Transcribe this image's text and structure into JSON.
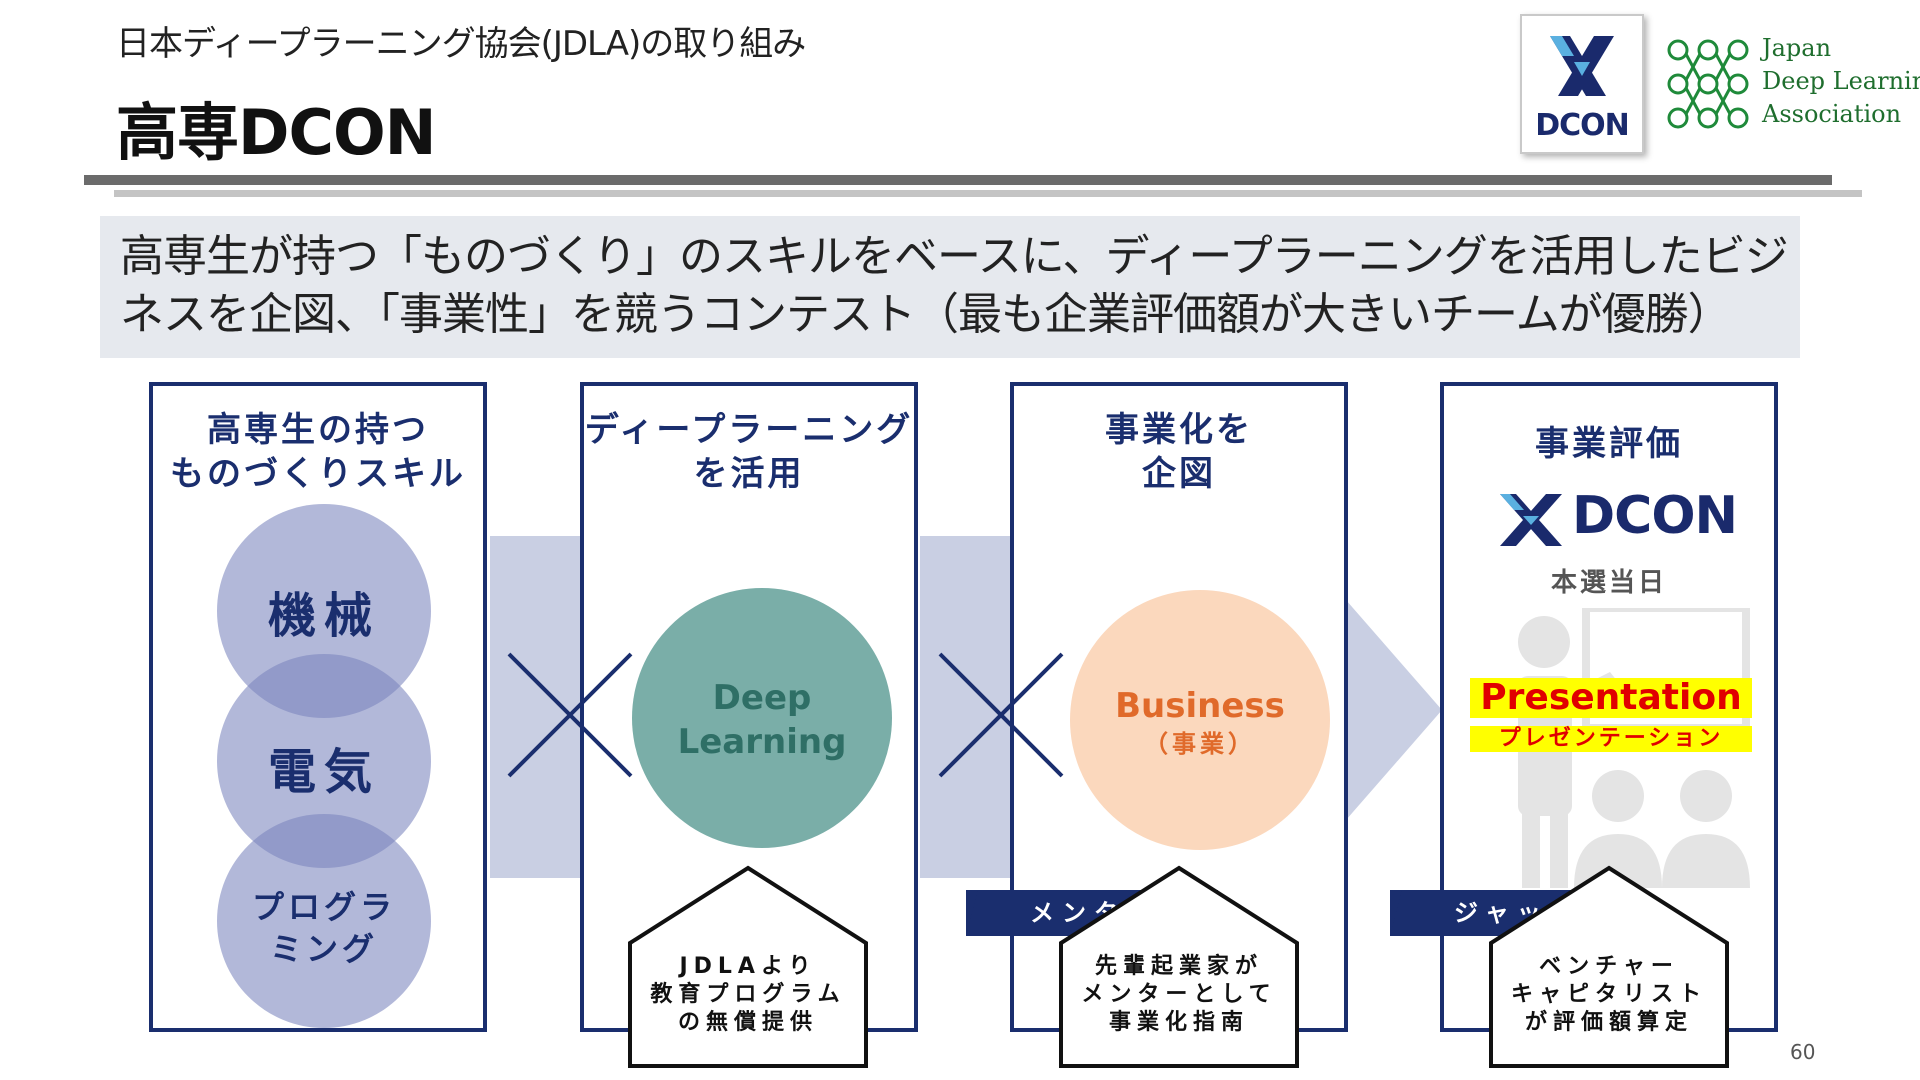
{
  "header": {
    "subtitle": "日本ディープラーニング協会(JDLA)の取り組み",
    "title": "高専DCON"
  },
  "logos": {
    "dcon_box_label": "DCON",
    "jdla_lines": [
      "Japan",
      "Deep Learning",
      "Association"
    ]
  },
  "banner": {
    "text": "高専生が持つ「ものづくり」のスキルをベースに、ディープラーニングを活用したビジネスを企図、「事業性」を競うコンテスト（最も企業評価額が大きいチームが優勝）"
  },
  "columns": [
    {
      "heading_lines": [
        "高専生の持つ",
        "ものづくりスキル"
      ],
      "circles": [
        "機械",
        "電気",
        "プログラミング"
      ],
      "circle3_lines": [
        "プログラ",
        "ミング"
      ]
    },
    {
      "heading_lines": [
        "ディープラーニング",
        "を活用"
      ],
      "circle_lines": [
        "Deep",
        "Learning"
      ],
      "house_lines": [
        "JDLAより",
        "教育プログラム",
        "の無償提供"
      ]
    },
    {
      "heading_lines": [
        "事業化を",
        "企図"
      ],
      "circle_lines": [
        "Business",
        "（事業）"
      ],
      "tag": "メンター",
      "house_lines": [
        "先輩起業家が",
        "メンターとして",
        "事業化指南"
      ]
    },
    {
      "heading": "事業評価",
      "logo_text": "DCON",
      "event_label": "本選当日",
      "presentation_en": "Presentation",
      "presentation_ja": "プレゼンテーション",
      "tag": "ジャッジ",
      "house_lines": [
        "ベンチャー",
        "キャピタリスト",
        "が評価額算定"
      ]
    }
  ],
  "colors": {
    "navy": "#1a2e6e",
    "band": "#c9cfe3",
    "deep_learning_circle": "#7aaea8",
    "deep_learning_text": "#2f6f66",
    "business_circle": "#fbd8bd",
    "business_text": "#e06a2a",
    "highlight": "#ffff00",
    "presentation_text": "#e00000"
  },
  "page_number": "60"
}
